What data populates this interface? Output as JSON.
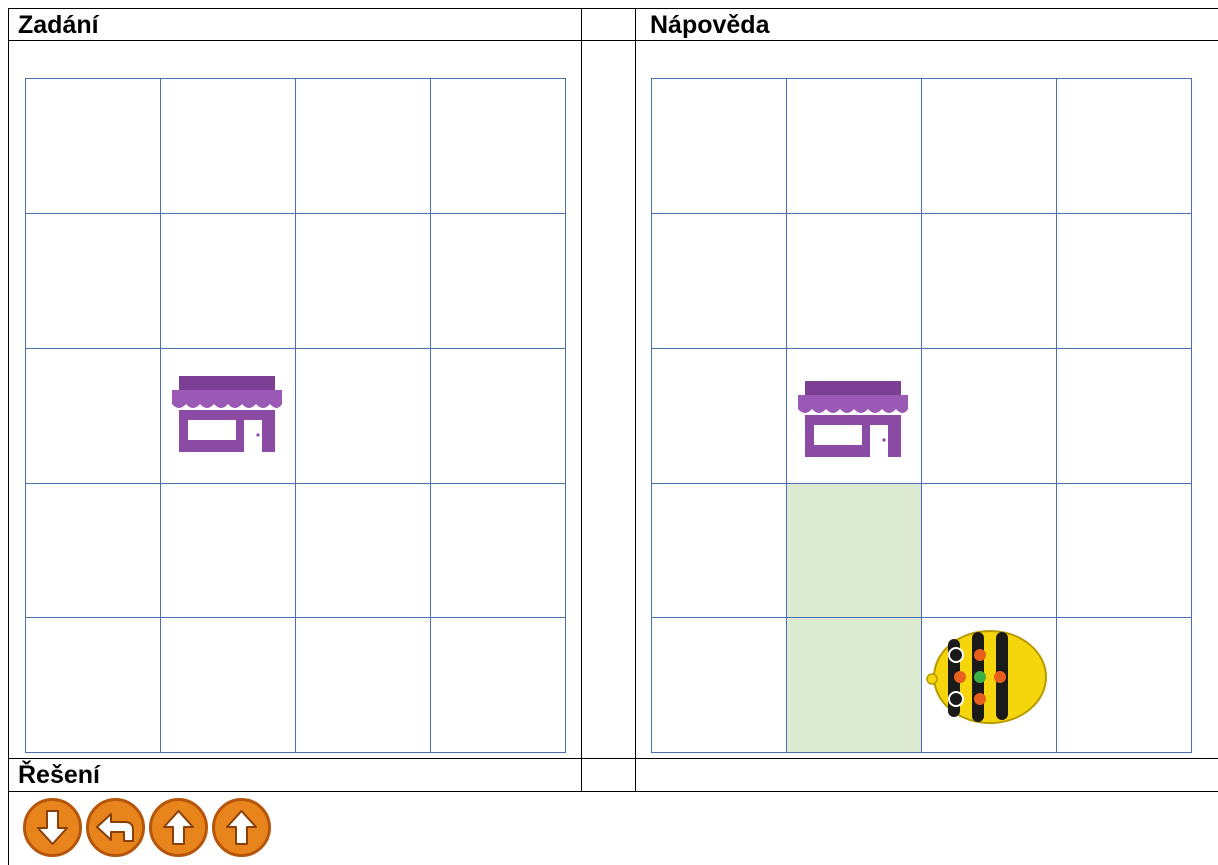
{
  "headers": {
    "task": "Zadání",
    "hint": "Nápověda",
    "solution": "Řešení"
  },
  "grid": {
    "columns": 4,
    "rows": 5
  },
  "task_panel": {
    "shop_cell": {
      "col": 2,
      "row": 3
    }
  },
  "hint_panel": {
    "shop_cell": {
      "col": 2,
      "row": 3
    },
    "robot_cell": {
      "col": 3,
      "row": 5
    },
    "highlighted_cells": [
      {
        "col": 2,
        "row": 4
      },
      {
        "col": 2,
        "row": 5
      }
    ]
  },
  "solution_commands": [
    "arrow-down-icon",
    "turn-left-icon",
    "arrow-up-icon",
    "arrow-up-icon"
  ],
  "colors": {
    "grid_line": "#4a6fb5",
    "highlight": "#dcebd2",
    "shop": "#8b4aa3",
    "command_button": "#e8841c"
  }
}
